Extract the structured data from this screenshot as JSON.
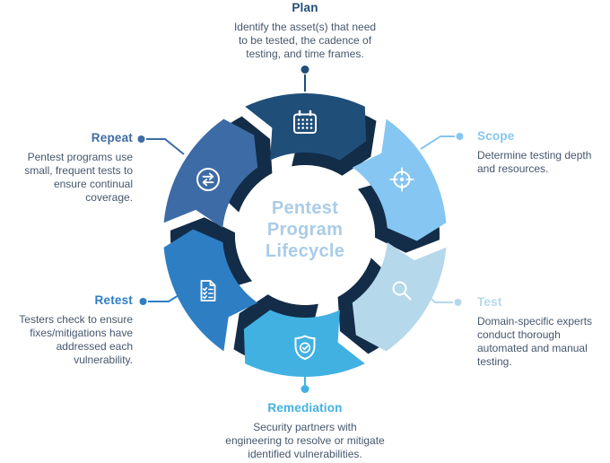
{
  "diagram": {
    "title": "Pentest\nProgram\nLifecycle",
    "title_color": "#a9cce9",
    "backplate_color": "#132c47",
    "center_bg": "#ffffff",
    "body_text_color": "#45576d",
    "icon_color": "#ffffff"
  },
  "stages": [
    {
      "label": "Plan",
      "description": "Identify the asset(s) that need\nto be tested, the cadence of\ntesting, and time frames.",
      "color": "#1f4e79",
      "icon": "calendar-icon"
    },
    {
      "label": "Scope",
      "description": "Determine testing depth\nand resources.",
      "color": "#85c6f2",
      "icon": "target-icon"
    },
    {
      "label": "Test",
      "description": "Domain-specific experts\nconduct thorough\nautomated and manual\ntesting.",
      "color": "#b5d8eb",
      "icon": "magnifier-icon"
    },
    {
      "label": "Remediation",
      "description": "Security partners with\nengineering to resolve or mitigate\nidentified vulnerabilities.",
      "color": "#41b1e2",
      "icon": "shield-check-icon"
    },
    {
      "label": "Retest",
      "description": "Testers check to ensure\nfixes/mitigations have\naddressed each\nvulnerability.",
      "color": "#2e7ec4",
      "icon": "document-check-icon"
    },
    {
      "label": "Repeat",
      "description": "Pentest programs use\nsmall, frequent tests to\nensure continual\ncoverage.",
      "color": "#3d6ba6",
      "icon": "repeat-icon"
    }
  ]
}
